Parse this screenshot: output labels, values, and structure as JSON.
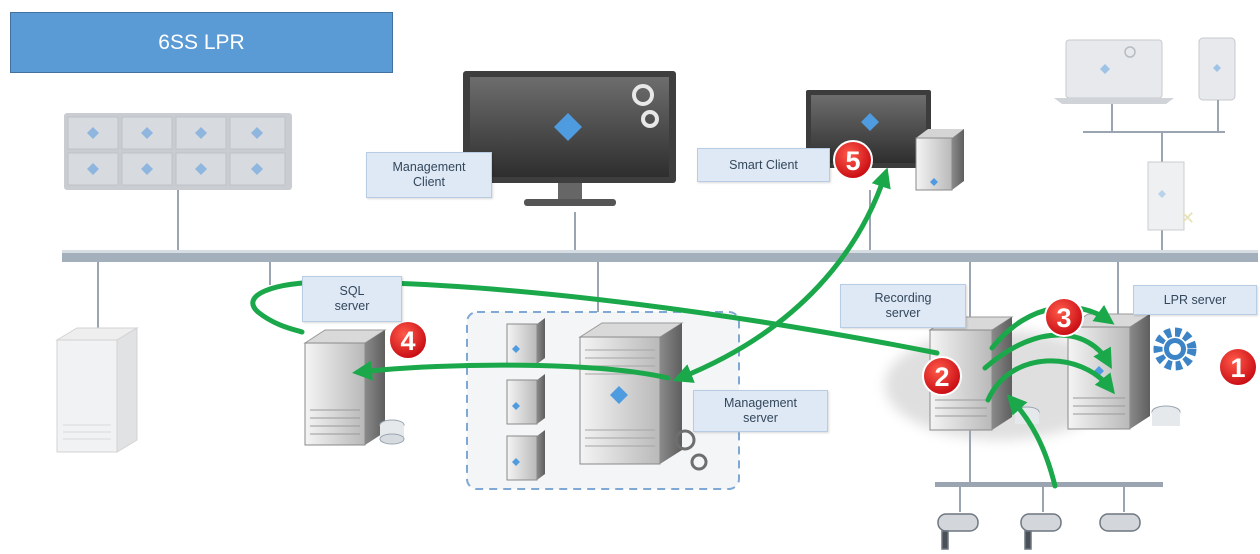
{
  "title": "6SS LPR",
  "labels": {
    "management_client": "Management Client",
    "smart_client": "Smart Client",
    "sql_server": "SQL server",
    "recording_server": "Recording server",
    "lpr_server": "LPR server",
    "management_server": "Management server"
  },
  "steps": [
    "1",
    "2",
    "3",
    "4",
    "5"
  ],
  "colors": {
    "title_fill": "#5b9bd5",
    "arrow": "#1aa84a",
    "badge": "#d9161d",
    "label_fill": "#dfe9f5",
    "network_bus": "#8c9aa8"
  }
}
